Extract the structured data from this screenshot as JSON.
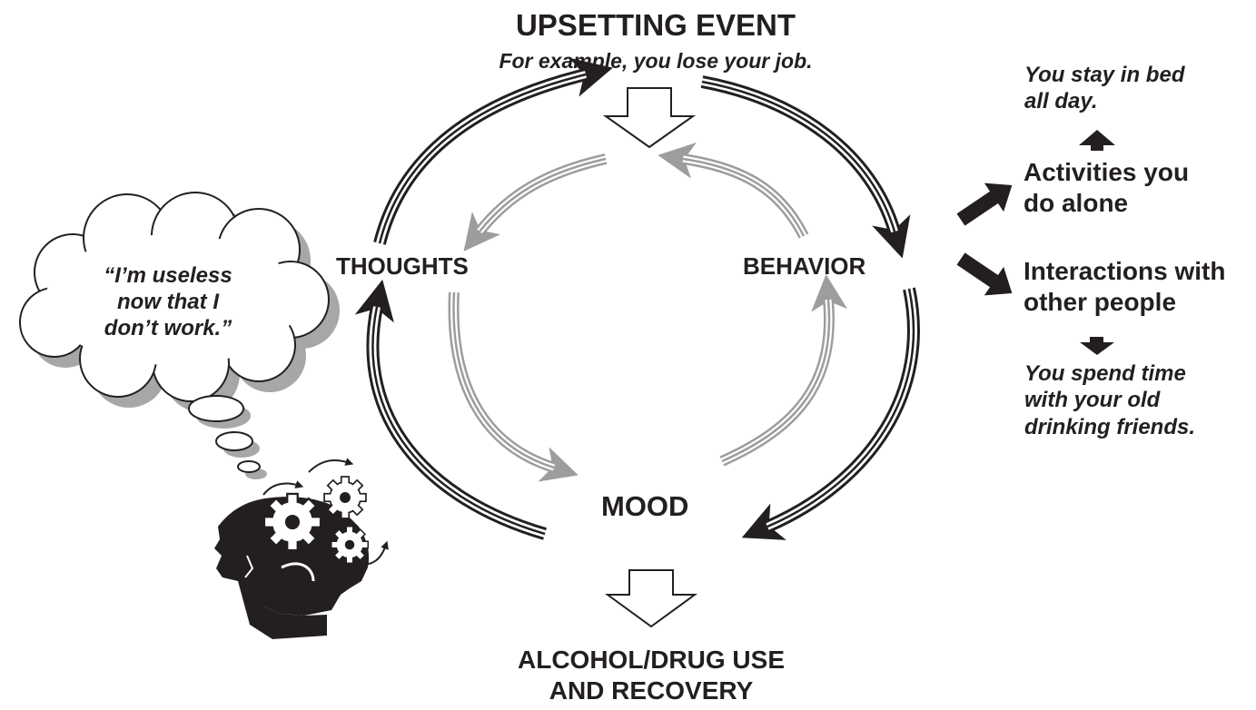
{
  "title": "UPSETTING EVENT",
  "example": "For example, you lose your job.",
  "nodes": {
    "thoughts": "THOUGHTS",
    "behavior": "BEHAVIOR",
    "mood": "MOOD"
  },
  "outcome": {
    "line1": "ALCOHOL/DRUG USE",
    "line2": "AND RECOVERY"
  },
  "thought_bubble": {
    "line1": "“I’m useless",
    "line2": "now that I",
    "line3": "don’t work.”"
  },
  "behavior_branches": {
    "alone": {
      "line1": "Activities you",
      "line2": "do alone",
      "example_line1": "You stay in bed",
      "example_line2": "all day."
    },
    "others": {
      "line1": "Interactions with",
      "line2": "other people",
      "example_line1": "You spend time",
      "example_line2": "with your old",
      "example_line3": "drinking friends."
    }
  },
  "colors": {
    "ink": "#231f20",
    "gray_arrow": "#9d9d9d",
    "cloud_shadow": "#a7a7a7"
  },
  "icons": [
    "hollow-down-arrow",
    "black-circular-arrow",
    "gray-circular-arrow",
    "thought-cloud",
    "head-with-gears",
    "black-block-arrow"
  ]
}
